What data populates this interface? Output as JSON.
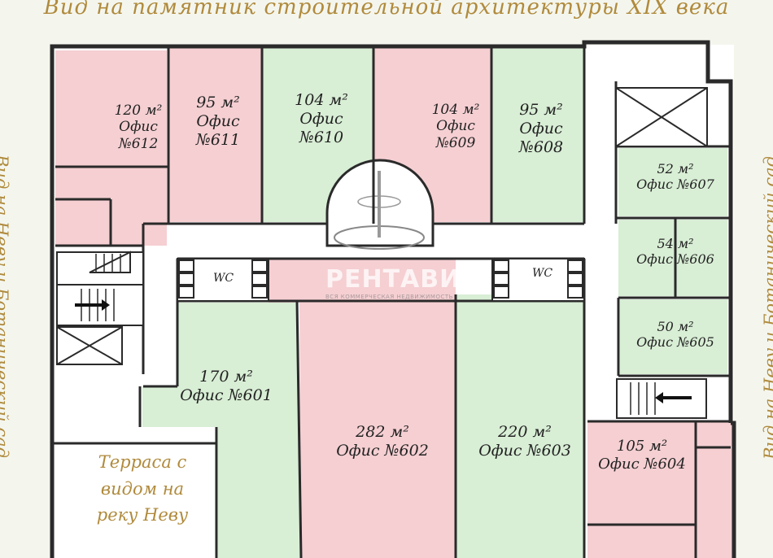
{
  "captions": {
    "top": "Вид на памятник строительной архитектуры XIX века",
    "left": "Вид на Неву и Ботанический сад",
    "right": "Вид на Неву и Ботанический сад",
    "terrace_line1": "Терраса с",
    "terrace_line2": "видом на",
    "terrace_line3": "реку Неву"
  },
  "offices": [
    {
      "area": "120 м²",
      "name": "Офис",
      "num": "№612",
      "status": "occupied"
    },
    {
      "area": "95 м²",
      "name": "Офис",
      "num": "№611",
      "status": "occupied"
    },
    {
      "area": "104 м²",
      "name": "Офис",
      "num": "№610",
      "status": "available"
    },
    {
      "area": "104 м²",
      "name": "Офис",
      "num": "№609",
      "status": "occupied"
    },
    {
      "area": "95 м²",
      "name": "Офис",
      "num": "№608",
      "status": "available"
    },
    {
      "area": "52 м²",
      "name": "Офис №607",
      "status": "available"
    },
    {
      "area": "54 м²",
      "name": "Офис №606",
      "status": "available"
    },
    {
      "area": "50 м²",
      "name": "Офис №605",
      "status": "available"
    },
    {
      "area": "105 м²",
      "name": "Офис №604",
      "status": "occupied"
    },
    {
      "area": "220 м²",
      "name": "Офис №603",
      "status": "available"
    },
    {
      "area": "282 м²",
      "name": "Офис №602",
      "status": "occupied"
    },
    {
      "area": "170 м²",
      "name": "Офис №601",
      "status": "available"
    }
  ],
  "wc": [
    "WC",
    "WC"
  ],
  "watermark": {
    "brand": "РЕНТАВИК",
    "tagline": "ВСЯ КОММЕРЧЕСКАЯ НЕДВИЖИМОСТЬ"
  },
  "colors": {
    "occupied": "#f5cfd2",
    "available": "#d8eed5",
    "wall": "#2a2a2a",
    "caption": "#b08a3c"
  }
}
